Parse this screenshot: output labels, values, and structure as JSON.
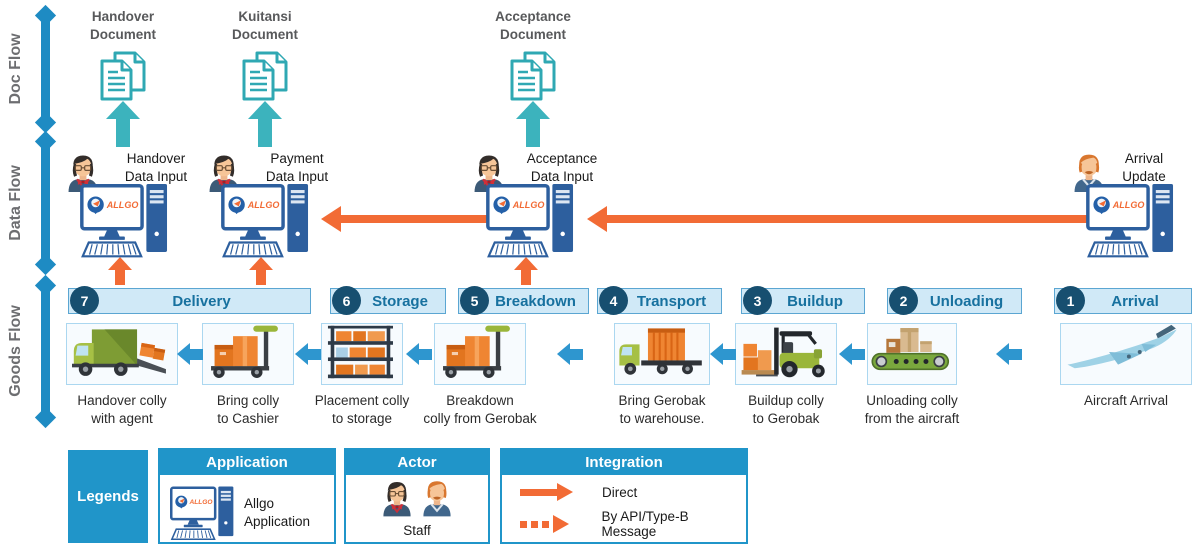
{
  "lanes": [
    {
      "label": "Doc Flow"
    },
    {
      "label": "Data Flow"
    },
    {
      "label": "Goods Flow"
    }
  ],
  "doc_flow": {
    "documents": [
      {
        "label": "Handover\nDocument"
      },
      {
        "label": "Kuitansi\nDocument"
      },
      {
        "label": "Acceptance\nDocument"
      }
    ]
  },
  "data_flow": {
    "app_name": "ALLGO",
    "stations": [
      {
        "label": "Handover\nData Input"
      },
      {
        "label": "Payment\nData Input"
      },
      {
        "label": "Acceptance\nData Input"
      },
      {
        "label": "Arrival\nUpdate"
      }
    ]
  },
  "goods_flow": {
    "steps": [
      {
        "number": "7",
        "title": "Delivery"
      },
      {
        "number": "6",
        "title": "Storage"
      },
      {
        "number": "5",
        "title": "Breakdown"
      },
      {
        "number": "4",
        "title": "Transport"
      },
      {
        "number": "3",
        "title": "Buildup"
      },
      {
        "number": "2",
        "title": "Unloading"
      },
      {
        "number": "1",
        "title": "Arrival"
      }
    ],
    "items": [
      {
        "icon": "delivery-truck-icon",
        "caption": "Handover colly\nwith agent"
      },
      {
        "icon": "trolley-icon",
        "caption": "Bring colly\nto Cashier"
      },
      {
        "icon": "storage-rack-icon",
        "caption": "Placement colly\nto storage"
      },
      {
        "icon": "trolley-icon",
        "caption": "Breakdown\ncolly from Gerobak"
      },
      {
        "icon": "flatbed-truck-icon",
        "caption": "Bring Gerobak\nto warehouse."
      },
      {
        "icon": "forklift-icon",
        "caption": "Buildup colly\nto Gerobak"
      },
      {
        "icon": "conveyor-icon",
        "caption": "Unloading colly\nfrom the aircraft"
      },
      {
        "icon": "airplane-icon",
        "caption": "Aircraft Arrival"
      }
    ]
  },
  "legends": {
    "title": "Legends",
    "application": {
      "header": "Application",
      "label": "Allgo\nApplication"
    },
    "actor": {
      "header": "Actor",
      "label": "Staff"
    },
    "integration": {
      "header": "Integration",
      "items": [
        {
          "style": "solid",
          "label": "Direct"
        },
        {
          "style": "dashed",
          "label": "By API/Type-B Message"
        }
      ]
    }
  },
  "colors": {
    "lane_bar": "#1e8bc3",
    "teal": "#3cb3bd",
    "orange": "#f26b35",
    "goods_arrow": "#2e96cf",
    "legend_blue": "#2095c9",
    "step_circle": "#174f70",
    "step_header_bg": "#d0e9f7",
    "step_header_text": "#17719f"
  }
}
